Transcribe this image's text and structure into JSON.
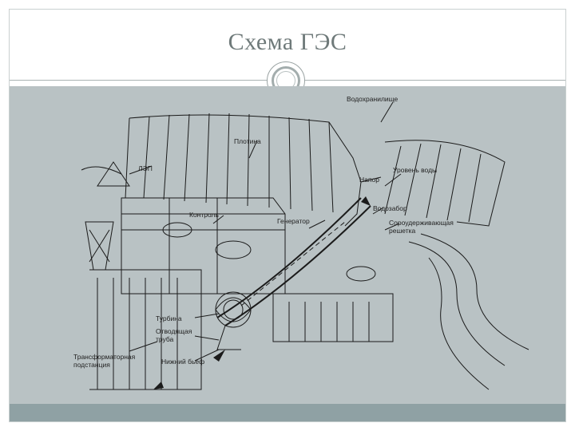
{
  "slide": {
    "title": "Схема ГЭС"
  },
  "diagram": {
    "labels": {
      "reservoir": "Водохранилище",
      "dam": "Плотина",
      "power_line": "ЛЭП",
      "head": "Напор",
      "water_level": "Уровень воды",
      "water_intake": "Водозабор",
      "trash_rack": "Сороудерживающая решетка",
      "generator": "Генератор",
      "control": "Контроль",
      "turbine": "Турбина",
      "draft_tube": "Отводящая труба",
      "tailwater": "Нижний бьеф",
      "transformer_substation": "Трансформаторная подстанция"
    }
  },
  "colors": {
    "content_bg": "#b9c2c4",
    "footer_bg": "#8fa1a4",
    "title_color": "#6f7a7a"
  }
}
